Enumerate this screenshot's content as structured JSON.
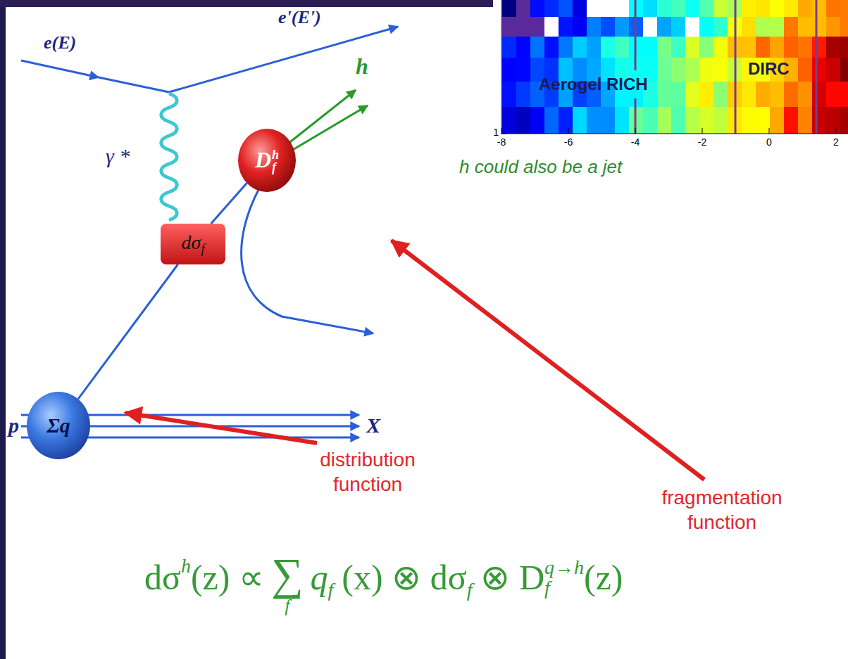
{
  "diagram": {
    "nodes": [
      {
        "text": [
          "Σq"
        ]
      },
      {
        "text": [
          "dσ",
          "f"
        ]
      },
      {
        "text": [
          "D",
          "h",
          "f"
        ]
      }
    ],
    "edges": [
      {
        "from": 0,
        "to": 1,
        "arrow": "none"
      },
      {
        "from": 1,
        "to": 2,
        "arrow": "none"
      }
    ],
    "labels": [
      "e(E)",
      "e'(E')",
      "γ *",
      "h",
      "p",
      "X",
      "h could also be a jet",
      "distribution function",
      "fragmentation function",
      "Aerogel RICH",
      "DIRC",
      "1",
      "-8",
      "-6",
      "-4",
      "-2",
      "0",
      "2",
      "dσ",
      "h",
      "(z) ∝",
      "∑",
      "f",
      "q",
      "f",
      "(x) ⊗ dσ",
      "f",
      "⊗ D",
      "f",
      "q→h",
      "(z)"
    ]
  }
}
